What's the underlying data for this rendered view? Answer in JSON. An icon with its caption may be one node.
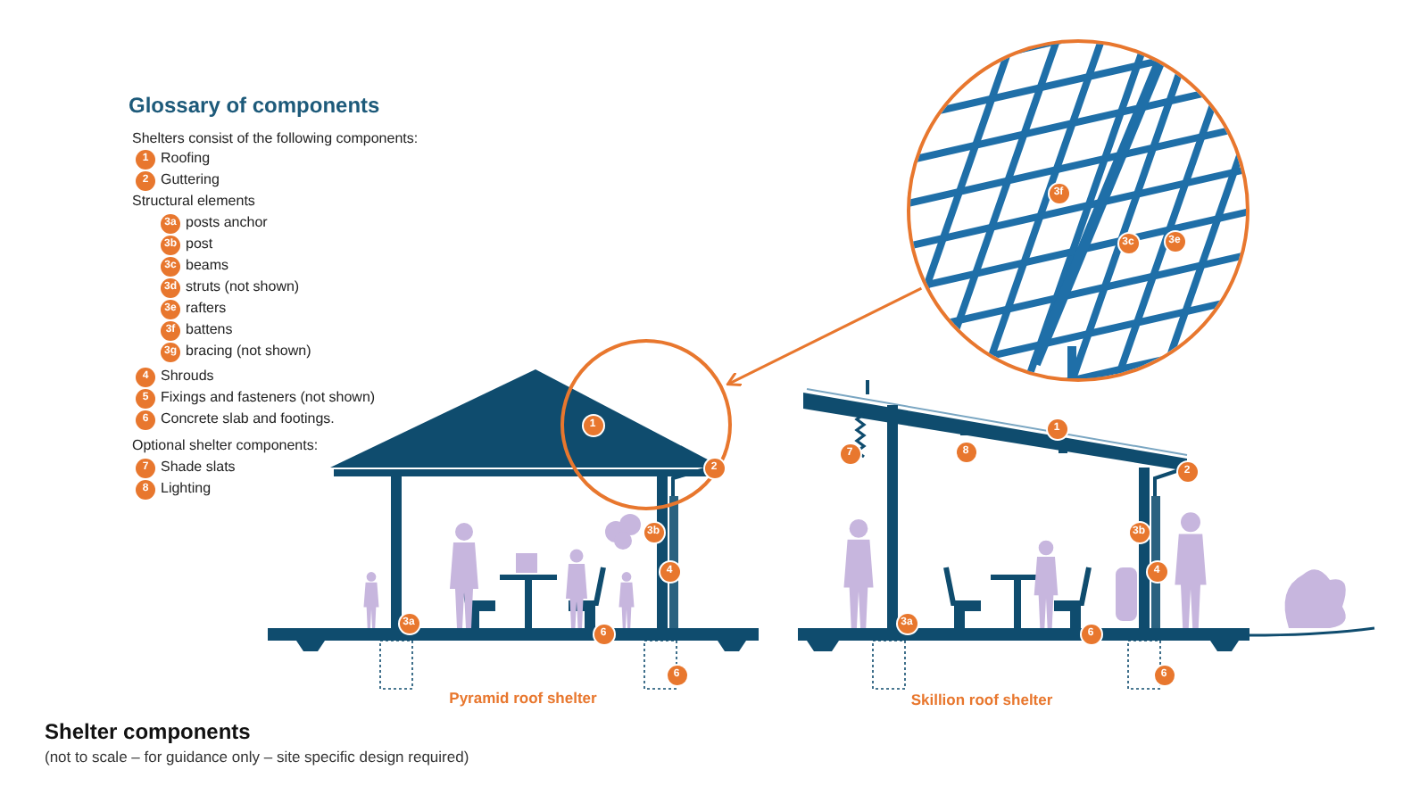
{
  "diagram": {
    "title": "Shelter components",
    "caption": "(not to scale – for guidance only – site specific design required)",
    "nodes": [
      {
        "text": [],
        "shape": "picture"
      },
      {
        "text": [],
        "shape": "circle"
      }
    ],
    "edges": [
      {
        "from": 0,
        "to": 1,
        "arrow": "to"
      }
    ],
    "labels": [
      "Glossary of components",
      "Shelters consist of the following components:",
      "1",
      "Roofing",
      "2",
      "Guttering",
      "Structural elements",
      "3a",
      "posts anchor",
      "3b",
      "post",
      "3c",
      "beams",
      "3d",
      "struts (not shown)",
      "3e",
      "rafters",
      "3f",
      "battens",
      "3g",
      "bracing (not shown)",
      "4",
      "Shrouds",
      "5",
      "Fixings and fasteners (not shown)",
      "6",
      "Concrete slab and footings.",
      "Optional shelter components:",
      "7",
      "Shade slats",
      "8",
      "Lighting",
      "3f",
      "3c",
      "3e",
      "1",
      "2",
      "3b",
      "4",
      "3a",
      "6",
      "6",
      "Pyramid roof shelter",
      "1",
      "2",
      "7",
      "8",
      "3b",
      "4",
      "3a",
      "6",
      "6",
      "Skillion roof shelter"
    ]
  }
}
